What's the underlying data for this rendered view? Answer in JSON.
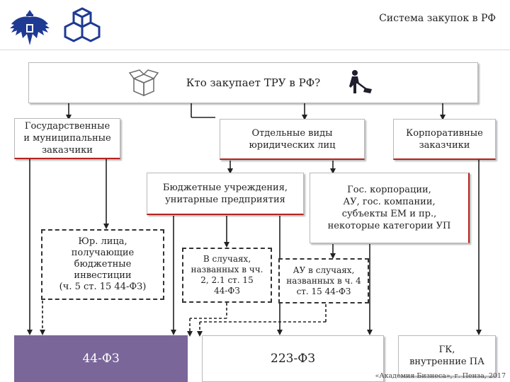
{
  "header": {
    "title": "Система закупок в РФ"
  },
  "top_question": "Кто закупает ТРУ в РФ?",
  "boxes": {
    "state_customers": "Государственные\nи муниципальные\nзаказчики",
    "legal_entities": "Отдельные виды\nюридических лиц",
    "corporate_customers": "Корпоративные\nзаказчики",
    "budget_institutions": "Бюджетные учреждения,\nунитарные предприятия",
    "state_corporations": "Гос. корпорации,\nАУ, гос. компании,\nсубъекты ЕМ и пр.,\nнекоторые категории УП",
    "legal_with_investments": "Юр. лица,\nполучающие\nбюджетные\nинвестиции\n(ч. 5 ст. 15 44-ФЗ)",
    "special_cases": "В случаях,\nназванных в чч.\n2, 2.1 ст. 15\n44-ФЗ",
    "au_cases": "АУ в случаях,\nназванных в ч. 4\nст. 15 44-ФЗ"
  },
  "laws": {
    "law44": "44-ФЗ",
    "law223": "223-ФЗ",
    "gk": "ГК,\nвнутренние ПА"
  },
  "footer": "«Академия Бизнеса», г. Пенза, 2017",
  "colors": {
    "accent_purple": "#7a6699",
    "accent_red": "#b3231e",
    "icon_blue": "#1f3a93"
  }
}
